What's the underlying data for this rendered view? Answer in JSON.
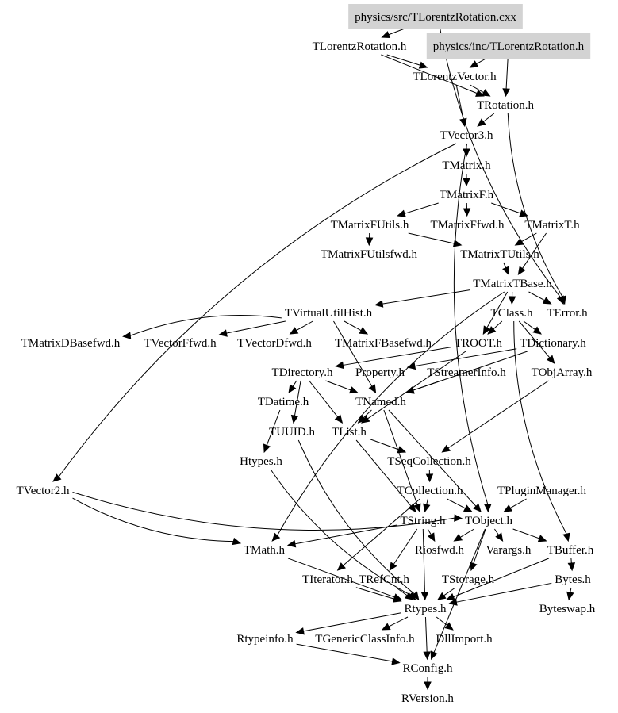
{
  "graph": {
    "title": "TLorentzRotation include dependency graph",
    "highlight_color": "#d3d3d3",
    "nodes": [
      {
        "id": "src_cxx",
        "label": "physics/src/TLorentzRotation.cxx",
        "highlighted": true
      },
      {
        "id": "TLorentzRotation_h",
        "label": "TLorentzRotation.h",
        "highlighted": false
      },
      {
        "id": "inc_h",
        "label": "physics/inc/TLorentzRotation.h",
        "highlighted": true
      },
      {
        "id": "TLorentzVector",
        "label": "TLorentzVector.h",
        "highlighted": false
      },
      {
        "id": "TRotation",
        "label": "TRotation.h",
        "highlighted": false
      },
      {
        "id": "TVector3",
        "label": "TVector3.h",
        "highlighted": false
      },
      {
        "id": "TMatrix",
        "label": "TMatrix.h",
        "highlighted": false
      },
      {
        "id": "TMatrixF",
        "label": "TMatrixF.h",
        "highlighted": false
      },
      {
        "id": "TMatrixFUtils",
        "label": "TMatrixFUtils.h",
        "highlighted": false
      },
      {
        "id": "TMatrixFfwd",
        "label": "TMatrixFfwd.h",
        "highlighted": false
      },
      {
        "id": "TMatrixT",
        "label": "TMatrixT.h",
        "highlighted": false
      },
      {
        "id": "TMatrixFUtilsfwd",
        "label": "TMatrixFUtilsfwd.h",
        "highlighted": false
      },
      {
        "id": "TMatrixTUtils",
        "label": "TMatrixTUtils.h",
        "highlighted": false
      },
      {
        "id": "TMatrixTBase",
        "label": "TMatrixTBase.h",
        "highlighted": false
      },
      {
        "id": "TVirtualUtilHist",
        "label": "TVirtualUtilHist.h",
        "highlighted": false
      },
      {
        "id": "TClass",
        "label": "TClass.h",
        "highlighted": false
      },
      {
        "id": "TError",
        "label": "TError.h",
        "highlighted": false
      },
      {
        "id": "TMatrixDBasefwd",
        "label": "TMatrixDBasefwd.h",
        "highlighted": false
      },
      {
        "id": "TVectorFfwd",
        "label": "TVectorFfwd.h",
        "highlighted": false
      },
      {
        "id": "TVectorDfwd",
        "label": "TVectorDfwd.h",
        "highlighted": false
      },
      {
        "id": "TMatrixFBasefwd",
        "label": "TMatrixFBasefwd.h",
        "highlighted": false
      },
      {
        "id": "TROOT",
        "label": "TROOT.h",
        "highlighted": false
      },
      {
        "id": "TDictionary",
        "label": "TDictionary.h",
        "highlighted": false
      },
      {
        "id": "TDirectory",
        "label": "TDirectory.h",
        "highlighted": false
      },
      {
        "id": "Property",
        "label": "Property.h",
        "highlighted": false
      },
      {
        "id": "TStreamerInfo",
        "label": "TStreamerInfo.h",
        "highlighted": false
      },
      {
        "id": "TObjArray",
        "label": "TObjArray.h",
        "highlighted": false
      },
      {
        "id": "TDatime",
        "label": "TDatime.h",
        "highlighted": false
      },
      {
        "id": "TNamed",
        "label": "TNamed.h",
        "highlighted": false
      },
      {
        "id": "TUUID",
        "label": "TUUID.h",
        "highlighted": false
      },
      {
        "id": "TList",
        "label": "TList.h",
        "highlighted": false
      },
      {
        "id": "Htypes",
        "label": "Htypes.h",
        "highlighted": false
      },
      {
        "id": "TSeqCollection",
        "label": "TSeqCollection.h",
        "highlighted": false
      },
      {
        "id": "TVector2",
        "label": "TVector2.h",
        "highlighted": false
      },
      {
        "id": "TCollection",
        "label": "TCollection.h",
        "highlighted": false
      },
      {
        "id": "TPluginManager",
        "label": "TPluginManager.h",
        "highlighted": false
      },
      {
        "id": "TString",
        "label": "TString.h",
        "highlighted": false
      },
      {
        "id": "TObject",
        "label": "TObject.h",
        "highlighted": false
      },
      {
        "id": "TMath",
        "label": "TMath.h",
        "highlighted": false
      },
      {
        "id": "Riosfwd",
        "label": "Riosfwd.h",
        "highlighted": false
      },
      {
        "id": "Varargs",
        "label": "Varargs.h",
        "highlighted": false
      },
      {
        "id": "TBuffer",
        "label": "TBuffer.h",
        "highlighted": false
      },
      {
        "id": "TIterator",
        "label": "TIterator.h",
        "highlighted": false
      },
      {
        "id": "TRefCnt",
        "label": "TRefCnt.h",
        "highlighted": false
      },
      {
        "id": "TStorage",
        "label": "TStorage.h",
        "highlighted": false
      },
      {
        "id": "Bytes",
        "label": "Bytes.h",
        "highlighted": false
      },
      {
        "id": "Rtypes",
        "label": "Rtypes.h",
        "highlighted": false
      },
      {
        "id": "Byteswap",
        "label": "Byteswap.h",
        "highlighted": false
      },
      {
        "id": "Rtypeinfo",
        "label": "Rtypeinfo.h",
        "highlighted": false
      },
      {
        "id": "TGenericClassInfo",
        "label": "TGenericClassInfo.h",
        "highlighted": false
      },
      {
        "id": "DllImport",
        "label": "DllImport.h",
        "highlighted": false
      },
      {
        "id": "RConfig",
        "label": "RConfig.h",
        "highlighted": false
      },
      {
        "id": "RVersion",
        "label": "RVersion.h",
        "highlighted": false
      }
    ],
    "edges": [
      [
        "src_cxx",
        "TLorentzRotation_h"
      ],
      [
        "src_cxx",
        "TError"
      ],
      [
        "TLorentzRotation_h",
        "TLorentzVector"
      ],
      [
        "TLorentzRotation_h",
        "TRotation"
      ],
      [
        "inc_h",
        "TLorentzVector"
      ],
      [
        "inc_h",
        "TRotation"
      ],
      [
        "TLorentzVector",
        "TRotation"
      ],
      [
        "TLorentzVector",
        "TVector3"
      ],
      [
        "TRotation",
        "TVector3"
      ],
      [
        "TRotation",
        "TError"
      ],
      [
        "TVector3",
        "TMatrix"
      ],
      [
        "TVector3",
        "TVector2"
      ],
      [
        "TVector3",
        "TObject"
      ],
      [
        "TMatrix",
        "TMatrixF"
      ],
      [
        "TMatrixF",
        "TMatrixFUtils"
      ],
      [
        "TMatrixF",
        "TMatrixFfwd"
      ],
      [
        "TMatrixF",
        "TMatrixT"
      ],
      [
        "TMatrixFUtils",
        "TMatrixFUtilsfwd"
      ],
      [
        "TMatrixFUtils",
        "TMatrixTUtils"
      ],
      [
        "TMatrixT",
        "TMatrixTUtils"
      ],
      [
        "TMatrixT",
        "TMatrixTBase"
      ],
      [
        "TMatrixTUtils",
        "TMatrixTBase"
      ],
      [
        "TMatrixTBase",
        "TVirtualUtilHist"
      ],
      [
        "TMatrixTBase",
        "TClass"
      ],
      [
        "TMatrixTBase",
        "TError"
      ],
      [
        "TMatrixTBase",
        "TROOT"
      ],
      [
        "TMatrixTBase",
        "TMath"
      ],
      [
        "TVirtualUtilHist",
        "TMatrixDBasefwd"
      ],
      [
        "TVirtualUtilHist",
        "TVectorFfwd"
      ],
      [
        "TVirtualUtilHist",
        "TVectorDfwd"
      ],
      [
        "TVirtualUtilHist",
        "TMatrixFBasefwd"
      ],
      [
        "TVirtualUtilHist",
        "TNamed"
      ],
      [
        "TClass",
        "TROOT"
      ],
      [
        "TClass",
        "TDictionary"
      ],
      [
        "TClass",
        "TObjArray"
      ],
      [
        "TClass",
        "TBuffer"
      ],
      [
        "TROOT",
        "TDirectory"
      ],
      [
        "TROOT",
        "TList"
      ],
      [
        "TDictionary",
        "TNamed"
      ],
      [
        "TDictionary",
        "Property"
      ],
      [
        "TDirectory",
        "TDatime"
      ],
      [
        "TDirectory",
        "TNamed"
      ],
      [
        "TDirectory",
        "TList"
      ],
      [
        "TDirectory",
        "TUUID"
      ],
      [
        "TStreamerInfo",
        "TNamed"
      ],
      [
        "TObjArray",
        "TSeqCollection"
      ],
      [
        "TDatime",
        "Htypes"
      ],
      [
        "TNamed",
        "TList"
      ],
      [
        "TNamed",
        "TString"
      ],
      [
        "TNamed",
        "TObject"
      ],
      [
        "TUUID",
        "Rtypes"
      ],
      [
        "TList",
        "TSeqCollection"
      ],
      [
        "TList",
        "TString"
      ],
      [
        "Htypes",
        "Rtypes"
      ],
      [
        "TSeqCollection",
        "TCollection"
      ],
      [
        "TCollection",
        "TObject"
      ],
      [
        "TCollection",
        "TString"
      ],
      [
        "TCollection",
        "TIterator"
      ],
      [
        "TPluginManager",
        "TObject"
      ],
      [
        "TVector2",
        "TObject"
      ],
      [
        "TVector2",
        "TMath"
      ],
      [
        "TString",
        "TMath"
      ],
      [
        "TString",
        "TRefCnt"
      ],
      [
        "TString",
        "Riosfwd"
      ],
      [
        "TString",
        "Rtypes"
      ],
      [
        "TObject",
        "Riosfwd"
      ],
      [
        "TObject",
        "Varargs"
      ],
      [
        "TObject",
        "TBuffer"
      ],
      [
        "TObject",
        "TStorage"
      ],
      [
        "TObject",
        "RConfig"
      ],
      [
        "TMath",
        "Rtypes"
      ],
      [
        "TBuffer",
        "Bytes"
      ],
      [
        "TBuffer",
        "Rtypes"
      ],
      [
        "TIterator",
        "Rtypes"
      ],
      [
        "TRefCnt",
        "Rtypes"
      ],
      [
        "TStorage",
        "Rtypes"
      ],
      [
        "Bytes",
        "Byteswap"
      ],
      [
        "Bytes",
        "Rtypes"
      ],
      [
        "Rtypes",
        "Rtypeinfo"
      ],
      [
        "Rtypes",
        "TGenericClassInfo"
      ],
      [
        "Rtypes",
        "DllImport"
      ],
      [
        "Rtypes",
        "RConfig"
      ],
      [
        "Rtypeinfo",
        "RConfig"
      ],
      [
        "RConfig",
        "RVersion"
      ]
    ]
  }
}
